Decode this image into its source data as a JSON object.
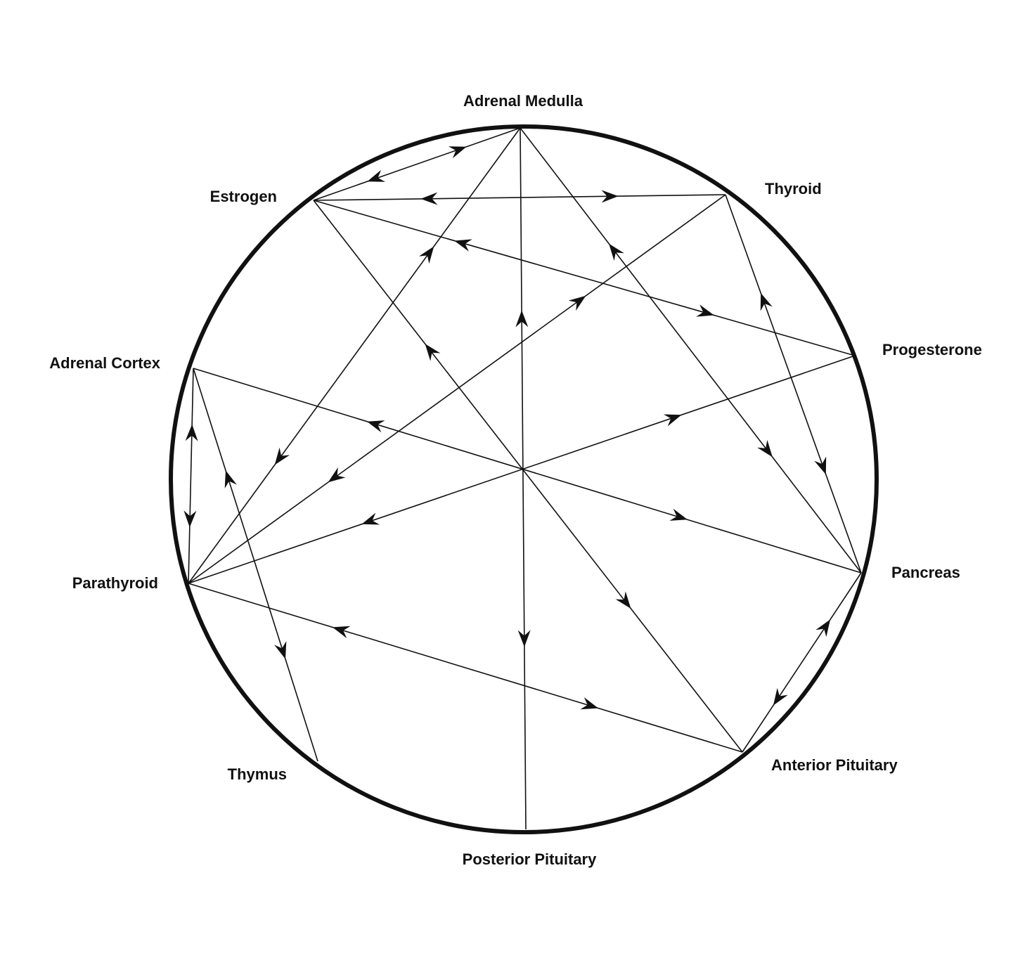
{
  "glands": {
    "adrenal_medulla": "Adrenal Medulla",
    "thyroid": "Thyroid",
    "progesterone": "Progesterone",
    "pancreas": "Pancreas",
    "anterior_pituitary": "Anterior Pituitary",
    "posterior_pituitary": "Posterior Pituitary",
    "thymus": "Thymus",
    "parathyroid": "Parathyroid",
    "adrenal_cortex": "Adrenal Cortex",
    "estrogen": "Estrogen"
  },
  "connections": [
    {
      "from": "estrogen",
      "to": "adrenal_medulla",
      "direction": "both"
    },
    {
      "from": "estrogen",
      "to": "thyroid",
      "direction": "both"
    },
    {
      "from": "progesterone",
      "to": "estrogen",
      "direction": "both"
    },
    {
      "from": "anterior_pituitary",
      "to": "estrogen",
      "direction": "both"
    },
    {
      "from": "adrenal_medulla",
      "to": "parathyroid",
      "direction": "both"
    },
    {
      "from": "adrenal_medulla",
      "to": "posterior_pituitary",
      "direction": "both"
    },
    {
      "from": "adrenal_medulla",
      "to": "pancreas",
      "direction": "both"
    },
    {
      "from": "thyroid",
      "to": "parathyroid",
      "direction": "both"
    },
    {
      "from": "thyroid",
      "to": "pancreas",
      "direction": "both"
    },
    {
      "from": "progesterone",
      "to": "parathyroid",
      "direction": "both"
    },
    {
      "from": "adrenal_cortex",
      "to": "pancreas",
      "direction": "both"
    },
    {
      "from": "adrenal_cortex",
      "to": "parathyroid",
      "direction": "both"
    },
    {
      "from": "adrenal_cortex",
      "to": "thymus",
      "direction": "both"
    },
    {
      "from": "parathyroid",
      "to": "anterior_pituitary",
      "direction": "both"
    },
    {
      "from": "pancreas",
      "to": "anterior_pituitary",
      "direction": "both"
    }
  ],
  "colors": {
    "stroke": "#111111",
    "background": "#ffffff"
  }
}
